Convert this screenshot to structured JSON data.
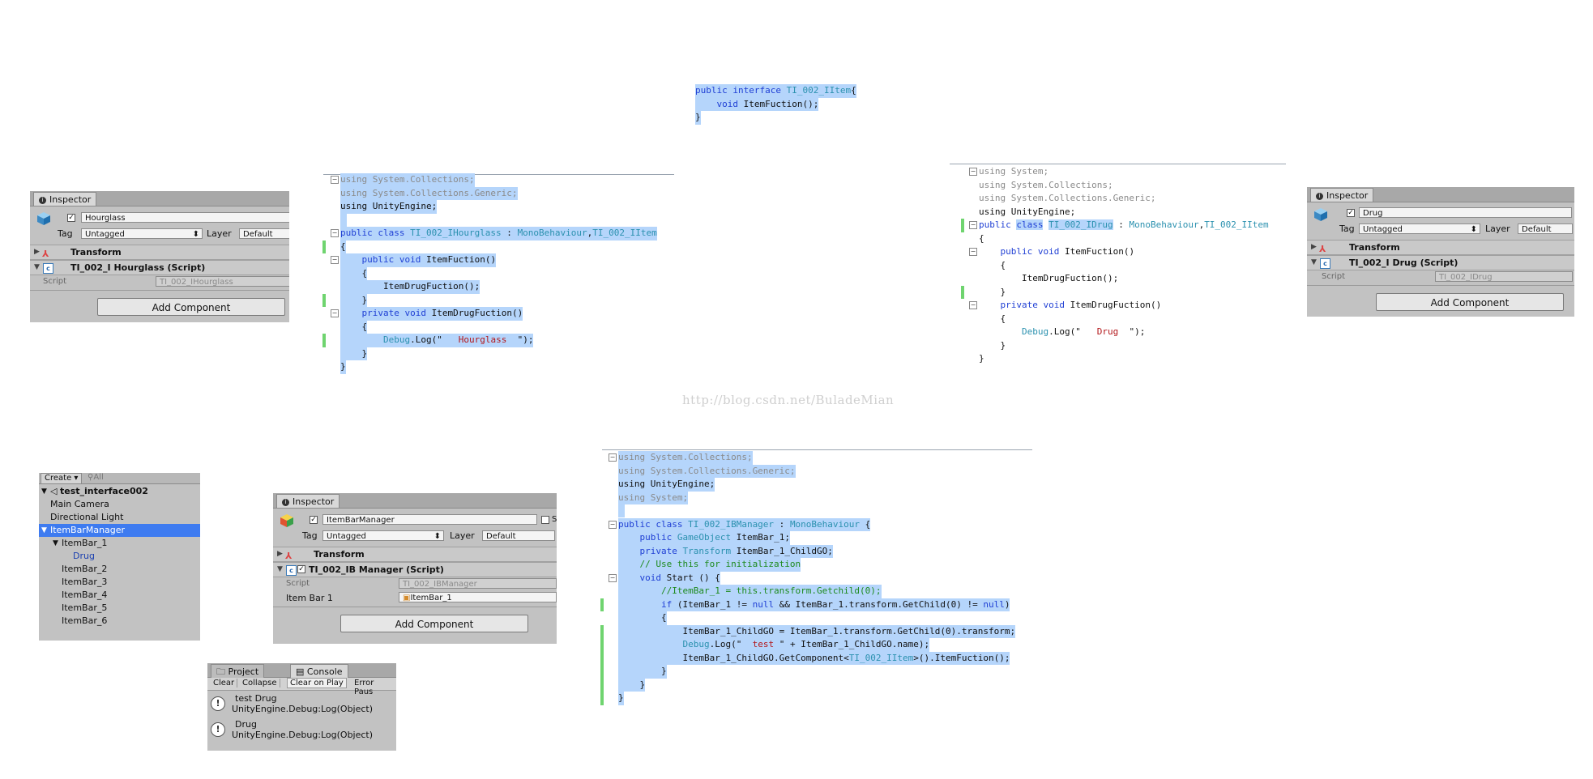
{
  "watermark": "http://blog.csdn.net/BuladeMian",
  "interface_code": {
    "lines": [
      {
        "parts": [
          {
            "c": "kw",
            "t": "public interface "
          },
          {
            "c": "ty",
            "t": "TI_002_IItem"
          },
          {
            "c": "",
            "t": "{"
          }
        ]
      },
      {
        "parts": [
          {
            "c": "",
            "t": "    "
          },
          {
            "c": "kw",
            "t": "void"
          },
          {
            "c": "",
            "t": " ItemFuction();"
          }
        ]
      },
      {
        "parts": [
          {
            "c": "",
            "t": "}"
          }
        ]
      }
    ]
  },
  "hourglass_code": {
    "lines": [
      {
        "parts": [
          {
            "c": "gr",
            "t": "using System.Collections;"
          }
        ]
      },
      {
        "parts": [
          {
            "c": "gr",
            "t": "using System.Collections.Generic;"
          }
        ]
      },
      {
        "parts": [
          {
            "c": "",
            "t": "using UnityEngine;"
          }
        ]
      },
      {
        "parts": [
          {
            "c": "",
            "t": ""
          }
        ]
      },
      {
        "parts": [
          {
            "c": "kw",
            "t": "public class "
          },
          {
            "c": "ty",
            "t": "TI_002_IHourglass"
          },
          {
            "c": "",
            "t": " : "
          },
          {
            "c": "ty",
            "t": "MonoBehaviour"
          },
          {
            "c": "",
            "t": ","
          },
          {
            "c": "ty",
            "t": "TI_002_IItem"
          }
        ]
      },
      {
        "parts": [
          {
            "c": "",
            "t": "{"
          }
        ]
      },
      {
        "parts": [
          {
            "c": "",
            "t": "    "
          },
          {
            "c": "kw",
            "t": "public void"
          },
          {
            "c": "",
            "t": " ItemFuction()"
          }
        ]
      },
      {
        "parts": [
          {
            "c": "",
            "t": "    {"
          }
        ]
      },
      {
        "parts": [
          {
            "c": "",
            "t": "        ItemDrugFuction();"
          }
        ]
      },
      {
        "parts": [
          {
            "c": "",
            "t": "    }"
          }
        ]
      },
      {
        "parts": [
          {
            "c": "",
            "t": "    "
          },
          {
            "c": "kw",
            "t": "private void"
          },
          {
            "c": "",
            "t": " ItemDrugFuction()"
          }
        ]
      },
      {
        "parts": [
          {
            "c": "",
            "t": "    {"
          }
        ]
      },
      {
        "parts": [
          {
            "c": "",
            "t": "        "
          },
          {
            "c": "ty",
            "t": "Debug"
          },
          {
            "c": "",
            "t": ".Log(\"   "
          },
          {
            "c": "st",
            "t": "Hourglass"
          },
          {
            "c": "",
            "t": "  \");"
          }
        ]
      },
      {
        "parts": [
          {
            "c": "",
            "t": "    }"
          }
        ]
      },
      {
        "parts": [
          {
            "c": "",
            "t": "}"
          }
        ]
      }
    ]
  },
  "drug_code": {
    "lines": [
      {
        "parts": [
          {
            "c": "gr",
            "t": "using System;"
          }
        ]
      },
      {
        "parts": [
          {
            "c": "gr",
            "t": "using System.Collections;"
          }
        ]
      },
      {
        "parts": [
          {
            "c": "gr",
            "t": "using System.Collections.Generic;"
          }
        ]
      },
      {
        "parts": [
          {
            "c": "",
            "t": "using UnityEngine;"
          }
        ]
      },
      {
        "parts": [
          {
            "c": "kw",
            "t": "public "
          },
          {
            "c": "kw hl",
            "t": "class"
          },
          {
            "c": "",
            "t": " "
          },
          {
            "c": "ty hl",
            "t": "TI_002_IDrug"
          },
          {
            "c": "",
            "t": " : "
          },
          {
            "c": "ty",
            "t": "MonoBehaviour"
          },
          {
            "c": "",
            "t": ","
          },
          {
            "c": "ty",
            "t": "TI_002_IItem"
          }
        ]
      },
      {
        "parts": [
          {
            "c": "",
            "t": "{"
          }
        ]
      },
      {
        "parts": [
          {
            "c": "",
            "t": "    "
          },
          {
            "c": "kw",
            "t": "public void"
          },
          {
            "c": "",
            "t": " ItemFuction()"
          }
        ]
      },
      {
        "parts": [
          {
            "c": "",
            "t": "    {"
          }
        ]
      },
      {
        "parts": [
          {
            "c": "",
            "t": "        ItemDrugFuction();"
          }
        ]
      },
      {
        "parts": [
          {
            "c": "",
            "t": "    }"
          }
        ]
      },
      {
        "parts": [
          {
            "c": "",
            "t": "    "
          },
          {
            "c": "kw",
            "t": "private void"
          },
          {
            "c": "",
            "t": " ItemDrugFuction()"
          }
        ]
      },
      {
        "parts": [
          {
            "c": "",
            "t": "    {"
          }
        ]
      },
      {
        "parts": [
          {
            "c": "",
            "t": "        "
          },
          {
            "c": "ty",
            "t": "Debug"
          },
          {
            "c": "",
            "t": ".Log(\"   "
          },
          {
            "c": "st",
            "t": "Drug"
          },
          {
            "c": "",
            "t": "  \");"
          }
        ]
      },
      {
        "parts": [
          {
            "c": "",
            "t": "    }"
          }
        ]
      },
      {
        "parts": [
          {
            "c": "",
            "t": "}"
          }
        ]
      }
    ]
  },
  "manager_code": {
    "lines": [
      {
        "parts": [
          {
            "c": "gr",
            "t": "using System.Collections;"
          }
        ]
      },
      {
        "parts": [
          {
            "c": "gr",
            "t": "using System.Collections.Generic;"
          }
        ]
      },
      {
        "parts": [
          {
            "c": "",
            "t": "using UnityEngine;"
          }
        ]
      },
      {
        "parts": [
          {
            "c": "gr",
            "t": "using System;"
          }
        ]
      },
      {
        "parts": [
          {
            "c": "",
            "t": ""
          }
        ]
      },
      {
        "parts": [
          {
            "c": "kw",
            "t": "public class "
          },
          {
            "c": "ty",
            "t": "TI_002_IBManager"
          },
          {
            "c": "",
            "t": " : "
          },
          {
            "c": "ty",
            "t": "MonoBehaviour"
          },
          {
            "c": "",
            "t": " {"
          }
        ]
      },
      {
        "parts": [
          {
            "c": "",
            "t": "    "
          },
          {
            "c": "kw",
            "t": "public "
          },
          {
            "c": "ty",
            "t": "GameObject"
          },
          {
            "c": "",
            "t": " ItemBar_1;"
          }
        ]
      },
      {
        "parts": [
          {
            "c": "",
            "t": "    "
          },
          {
            "c": "kw",
            "t": "private "
          },
          {
            "c": "ty",
            "t": "Transform"
          },
          {
            "c": "",
            "t": " ItemBar_1_ChildGO;"
          }
        ]
      },
      {
        "parts": [
          {
            "c": "cm",
            "t": "    // Use this for initialization"
          }
        ]
      },
      {
        "parts": [
          {
            "c": "",
            "t": "    "
          },
          {
            "c": "kw",
            "t": "void"
          },
          {
            "c": "",
            "t": " Start () {"
          }
        ]
      },
      {
        "parts": [
          {
            "c": "cm",
            "t": "        //ItemBar_1 = this.transform.Getchild(0);"
          }
        ]
      },
      {
        "parts": [
          {
            "c": "",
            "t": "        "
          },
          {
            "c": "kw",
            "t": "if"
          },
          {
            "c": "",
            "t": " (ItemBar_1 != "
          },
          {
            "c": "kw",
            "t": "null"
          },
          {
            "c": "",
            "t": " && ItemBar_1.transform.GetChild(0) != "
          },
          {
            "c": "kw",
            "t": "null"
          },
          {
            "c": "",
            "t": ")"
          }
        ]
      },
      {
        "parts": [
          {
            "c": "",
            "t": "        {"
          }
        ]
      },
      {
        "parts": [
          {
            "c": "",
            "t": "            ItemBar_1_ChildGO = ItemBar_1.transform.GetChild(0).transform;"
          }
        ]
      },
      {
        "parts": [
          {
            "c": "",
            "t": "            "
          },
          {
            "c": "ty",
            "t": "Debug"
          },
          {
            "c": "",
            "t": ".Log(\"  "
          },
          {
            "c": "st",
            "t": "test"
          },
          {
            "c": "",
            "t": " \" + ItemBar_1_ChildGO.name);"
          }
        ]
      },
      {
        "parts": [
          {
            "c": "",
            "t": "            ItemBar_1_ChildGO.GetComponent<"
          },
          {
            "c": "ty",
            "t": "TI_002_IItem"
          },
          {
            "c": "",
            "t": ">().ItemFuction();"
          }
        ]
      },
      {
        "parts": [
          {
            "c": "",
            "t": "        }"
          }
        ]
      },
      {
        "parts": [
          {
            "c": "",
            "t": "    }"
          }
        ]
      },
      {
        "parts": [
          {
            "c": "",
            "t": "}"
          }
        ]
      }
    ]
  },
  "inspector_hourglass": {
    "tab": "Inspector",
    "name": "Hourglass",
    "tag_label": "Tag",
    "tag_value": "Untagged",
    "layer_label": "Layer",
    "layer_value": "Default",
    "transform": "Transform",
    "component": "TI_002_I Hourglass (Script)",
    "script_label": "Script",
    "script_value": "TI_002_IHourglass",
    "add_component": "Add Component"
  },
  "inspector_drug": {
    "tab": "Inspector",
    "name": "Drug",
    "tag_label": "Tag",
    "tag_value": "Untagged",
    "layer_label": "Layer",
    "layer_value": "Default",
    "transform": "Transform",
    "component": "TI_002_I Drug (Script)",
    "script_label": "Script",
    "script_value": "TI_002_IDrug",
    "add_component": "Add Component"
  },
  "inspector_manager": {
    "tab": "Inspector",
    "name": "ItemBarManager",
    "static_label": "S",
    "tag_label": "Tag",
    "tag_value": "Untagged",
    "layer_label": "Layer",
    "layer_value": "Default",
    "transform": "Transform",
    "component": "TI_002_IB Manager (Script)",
    "script_label": "Script",
    "script_value": "TI_002_IBManager",
    "field_label": "Item Bar 1",
    "field_value": "ItemBar_1",
    "add_component": "Add Component"
  },
  "hierarchy": {
    "create": "Create",
    "search": "All",
    "scene": "test_interface002",
    "items": [
      {
        "label": "Main Camera",
        "indent": 1
      },
      {
        "label": "Directional Light",
        "indent": 1
      },
      {
        "label": "ItemBarManager",
        "indent": 1
      },
      {
        "label": "ItemBar_1",
        "indent": 2
      },
      {
        "label": "Drug",
        "indent": 3
      },
      {
        "label": "ItemBar_2",
        "indent": 2
      },
      {
        "label": "ItemBar_3",
        "indent": 2
      },
      {
        "label": "ItemBar_4",
        "indent": 2
      },
      {
        "label": "ItemBar_5",
        "indent": 2
      },
      {
        "label": "ItemBar_6",
        "indent": 2
      }
    ]
  },
  "console": {
    "tab_project": "Project",
    "tab_console": "Console",
    "btn_clear": "Clear",
    "btn_collapse": "Collapse",
    "btn_clear_on_play": "Clear on Play",
    "btn_error_pause": "Error Paus",
    "entries": [
      {
        "line1": "test Drug",
        "line2": "UnityEngine.Debug:Log(Object)"
      },
      {
        "line1": "Drug",
        "line2": "UnityEngine.Debug:Log(Object)"
      }
    ]
  }
}
